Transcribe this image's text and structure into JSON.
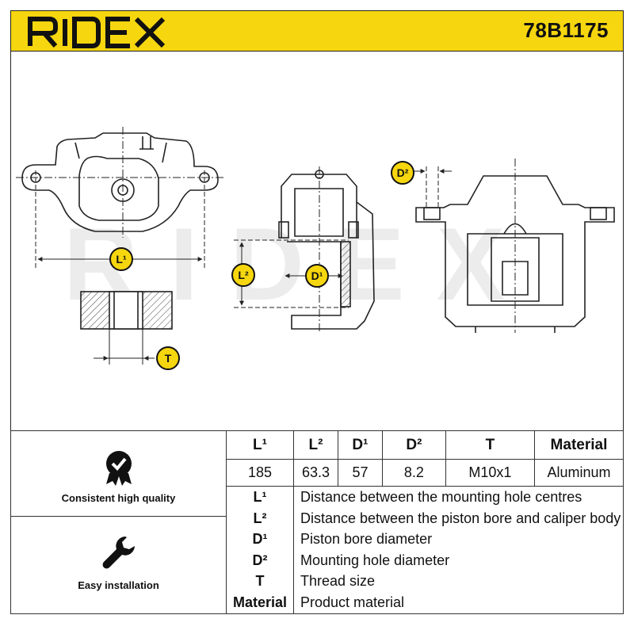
{
  "header": {
    "brand": "RIDEX",
    "part_number": "78B1175"
  },
  "watermark": "RIDEX",
  "badges": {
    "l1": "L¹",
    "l2": "L²",
    "d1": "D¹",
    "d2": "D²",
    "t": "T"
  },
  "features": [
    {
      "label": "Consistent high quality",
      "icon": "quality-badge-icon"
    },
    {
      "label": "Easy installation",
      "icon": "wrench-icon"
    }
  ],
  "specs": {
    "headers": [
      "L¹",
      "L²",
      "D¹",
      "D²",
      "T",
      "Material"
    ],
    "values": [
      "185",
      "63.3",
      "57",
      "8.2",
      "M10x1",
      "Aluminum"
    ]
  },
  "legend": [
    {
      "key": "L¹",
      "desc": "Distance between the mounting hole centres"
    },
    {
      "key": "L²",
      "desc": "Distance between the piston bore and caliper body"
    },
    {
      "key": "D¹",
      "desc": "Piston bore diameter"
    },
    {
      "key": "D²",
      "desc": "Mounting hole diameter"
    },
    {
      "key": "T",
      "desc": "Thread size"
    },
    {
      "key": "Material",
      "desc": "Product material"
    }
  ],
  "colors": {
    "accent": "#f6d60e",
    "line": "#222222"
  }
}
